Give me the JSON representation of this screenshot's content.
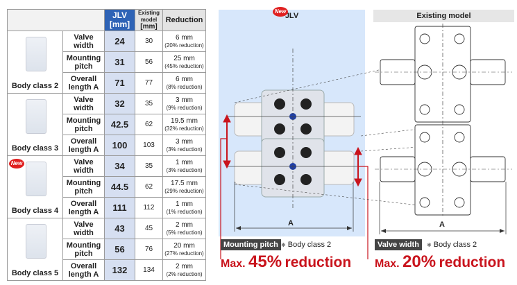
{
  "table": {
    "headers": {
      "jlv": "JLV",
      "jlv_unit": "[mm]",
      "existing": "Existing model",
      "existing_unit": "[mm]",
      "reduction": "Reduction"
    },
    "new_badge": "New",
    "groups": [
      {
        "label": "Body class 2",
        "is_new": false,
        "rows": [
          {
            "item_l1": "Valve",
            "item_l2": "width",
            "jlv": "24",
            "existing": "30",
            "red": "6 mm",
            "red_pct": "(20% reduction)"
          },
          {
            "item_l1": "Mounting",
            "item_l2": "pitch",
            "jlv": "31",
            "existing": "56",
            "red": "25 mm",
            "red_pct": "(45% reduction)"
          },
          {
            "item_l1": "Overall",
            "item_l2": "length A",
            "jlv": "71",
            "existing": "77",
            "red": "6 mm",
            "red_pct": "(8% reduction)"
          }
        ]
      },
      {
        "label": "Body class 3",
        "is_new": false,
        "rows": [
          {
            "item_l1": "Valve",
            "item_l2": "width",
            "jlv": "32",
            "existing": "35",
            "red": "3 mm",
            "red_pct": "(9% reduction)"
          },
          {
            "item_l1": "Mounting",
            "item_l2": "pitch",
            "jlv": "42.5",
            "existing": "62",
            "red": "19.5 mm",
            "red_pct": "(32% reduction)"
          },
          {
            "item_l1": "Overall",
            "item_l2": "length A",
            "jlv": "100",
            "existing": "103",
            "red": "3 mm",
            "red_pct": "(3% reduction)"
          }
        ]
      },
      {
        "label": "Body class 4",
        "is_new": true,
        "rows": [
          {
            "item_l1": "Valve",
            "item_l2": "width",
            "jlv": "34",
            "existing": "35",
            "red": "1 mm",
            "red_pct": "(3% reduction)"
          },
          {
            "item_l1": "Mounting",
            "item_l2": "pitch",
            "jlv": "44.5",
            "existing": "62",
            "red": "17.5 mm",
            "red_pct": "(29% reduction)"
          },
          {
            "item_l1": "Overall",
            "item_l2": "length A",
            "jlv": "111",
            "existing": "112",
            "red": "1 mm",
            "red_pct": "(1% reduction)"
          }
        ]
      },
      {
        "label": "Body class 5",
        "is_new": false,
        "rows": [
          {
            "item_l1": "Valve",
            "item_l2": "width",
            "jlv": "43",
            "existing": "45",
            "red": "2 mm",
            "red_pct": "(5% reduction)"
          },
          {
            "item_l1": "Mounting",
            "item_l2": "pitch",
            "jlv": "56",
            "existing": "76",
            "red": "20 mm",
            "red_pct": "(27% reduction)"
          },
          {
            "item_l1": "Overall",
            "item_l2": "length A",
            "jlv": "132",
            "existing": "134",
            "red": "2 mm",
            "red_pct": "(2% reduction)"
          }
        ]
      }
    ]
  },
  "jlv_panel": {
    "new_badge": "New",
    "title": "JLV",
    "dim_label": "A",
    "tag": "Mounting pitch",
    "note": "Body class 2",
    "headline_max": "Max.",
    "headline_num": "45%",
    "headline_text": "reduction",
    "colors": {
      "bg": "#d7e7fb",
      "red": "#c9141d"
    }
  },
  "existing_panel": {
    "title": "Existing model",
    "dim_label": "A",
    "tag": "Valve width",
    "note": "Body class 2",
    "headline_max": "Max.",
    "headline_num": "20%",
    "headline_text": "reduction",
    "colors": {
      "bg": "#e6e6e6"
    }
  }
}
